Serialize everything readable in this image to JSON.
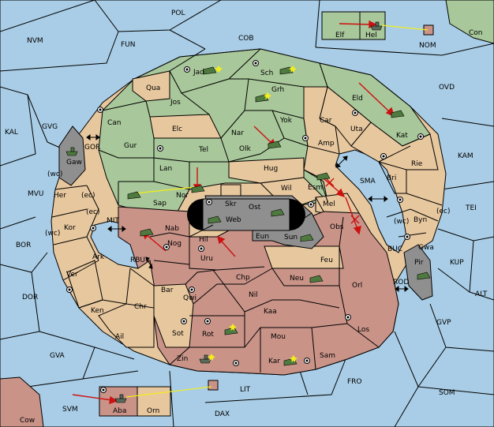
{
  "colors": {
    "sea": "#a9cde6",
    "green_power": "#a8c79a",
    "tan_neutral": "#e7c79e",
    "red_power": "#c99388",
    "grey": "#8f8f8f",
    "move_arrow": "#cc1111",
    "support_line": "#f2ee1a"
  },
  "sea_labels": [
    "POL",
    "NVM",
    "FUN",
    "COB",
    "Con",
    "NOM",
    "OVD",
    "KAL",
    "GVG",
    "GOR",
    "KAM",
    "MVU",
    "SMA",
    "TEI",
    "BOR",
    "MIT",
    "RBU",
    "BUC",
    "KUP",
    "DOR",
    "ROD",
    "ALT",
    "GVP",
    "GVA",
    "FRO",
    "SOM",
    "LIT",
    "SVM",
    "DAX",
    "Cow"
  ],
  "green_labels": [
    "Jad",
    "Sch",
    "Grh",
    "Qua",
    "Jos",
    "Can",
    "Yok",
    "Elc",
    "Nar",
    "Tel",
    "Olk",
    "Gur",
    "Lan",
    "Nor",
    "Sap",
    "Esm",
    "Elf",
    "Hel"
  ],
  "tan_labels": [
    "Car",
    "Eld",
    "Uta",
    "Kat",
    "Amp",
    "Rie",
    "Bri",
    "Hug",
    "Wil",
    "Byn",
    "Mel",
    "Skr",
    "Gwa",
    "Her",
    "Kor",
    "Ark",
    "Ver",
    "Ken",
    "Chr",
    "Ail",
    "Sot",
    "Eun",
    "Feu",
    "Orn"
  ],
  "red_labels": [
    "Web",
    "Ost",
    "Nab",
    "Nog",
    "Hil",
    "Sun",
    "Obs",
    "Uru",
    "Chp",
    "Neu",
    "Bar",
    "Qwi",
    "Nil",
    "Orl",
    "Kaa",
    "Rot",
    "Mou",
    "Los",
    "Zin",
    "Kar",
    "Sam",
    "Aba"
  ],
  "grey_labels": [
    "Gaw",
    "Pir"
  ],
  "coast_labels": [
    "(wc)",
    "(ec)",
    "(ec)",
    "(wc)",
    "(wc)",
    "(ec)"
  ],
  "icons": [
    "fleet-icon",
    "army-icon",
    "supply-center-icon",
    "move-arrow-icon",
    "support-line-icon",
    "failed-move-icon"
  ]
}
